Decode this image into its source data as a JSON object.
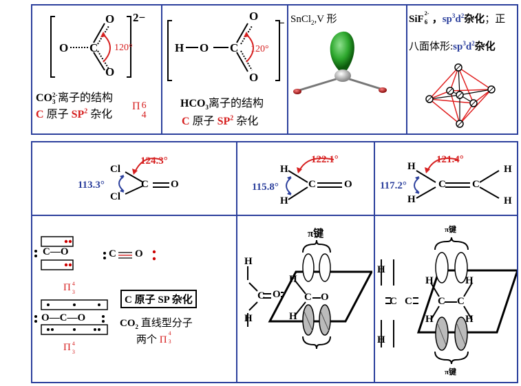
{
  "top": {
    "co3": {
      "o_left": "O",
      "c": "C",
      "o_top": "O",
      "o_bottom": "O",
      "charge": "2−",
      "angle": "120°",
      "caption_formula": "CO",
      "caption_sub": "3",
      "caption_sup": "2-",
      "caption_rest": "离子的结构",
      "hyb_c": "C",
      "hyb_mid": " 原子 ",
      "hyb_sp": "SP",
      "hyb_sup": "2",
      "hyb_end": " 杂化",
      "pi": "Π",
      "pi_sup": "6",
      "pi_sub": "4"
    },
    "hco3": {
      "h": "H",
      "o_left": "O",
      "c": "C",
      "o_top": "O",
      "o_bottom": "O",
      "charge": "−",
      "angle": "120°",
      "caption_formula": "HCO",
      "caption_sub": "3",
      "caption_rest": "离子的结构",
      "hyb_c": "C",
      "hyb_mid": " 原子 ",
      "hyb_sp": "SP",
      "hyb_sup": "2",
      "hyb_end": " 杂化"
    },
    "sncl2": {
      "label_pre": "SnCl",
      "label_sub": "2",
      "label_post": ",V 形"
    },
    "sif6": {
      "f_pre": "SiF",
      "f_sub": "6",
      "f_sup": "2-",
      "sep": "，",
      "hyb": "sp",
      "hyb_sup1": "3",
      "hyb_d": "d",
      "hyb_sup2": "2",
      "hyb_word": "杂化",
      "line1_end": "；正",
      "line2_pre": "八面体形:",
      "line2_hyb": "sp",
      "line2_sup1": "3",
      "line2_d": "d",
      "line2_sup2": "2",
      "line2_word": "杂化"
    }
  },
  "bottom": {
    "cocl2": {
      "cl1": "Cl",
      "cl2": "Cl",
      "c": "C",
      "o": "O",
      "angle_red": "124.3°",
      "angle_blue": "113.3°"
    },
    "hcho": {
      "h1": "H",
      "h2": "H",
      "c": "C",
      "o": "O",
      "angle_red": "122.1°",
      "angle_blue": "115.8°"
    },
    "c2h4": {
      "h1": "H",
      "h2": "H",
      "h3": "H",
      "h4": "H",
      "c1": "C",
      "c2": "C",
      "angle_red": "121.4°",
      "angle_blue": "117.2°"
    },
    "co2": {
      "co_c": "C",
      "co_dash": "—",
      "co_o": "O",
      "pi_small": "Π",
      "pi_small_sup": "4",
      "pi_small_sub": "3",
      "co_right_c": "C",
      "co_right_o": "O",
      "o1": "O",
      "c": "C",
      "o2": "O",
      "box_label": "C 原子 SP 杂化",
      "line_label_pre": "CO",
      "line_label_sub": "2",
      "line_label_post": " 直线型分子",
      "two_pi": "两个 ",
      "two_pi_sym": "Π",
      "two_pi_sup": "4",
      "two_pi_sub": "3",
      "pi2": "Π",
      "pi2_sup": "4",
      "pi2_sub": "3"
    },
    "hcho_pi": {
      "label": "π键",
      "h1": "H",
      "h2": "H",
      "c": "C",
      "o": "O",
      "h3": "H",
      "h4": "H",
      "c2": "C",
      "o2": "O"
    },
    "c2h4_pi": {
      "label_top": "π键",
      "label_bottom": "π键",
      "h1": "H",
      "h2": "H",
      "c1": "C",
      "c2": "C",
      "h3": "H",
      "h4": "H",
      "h5": "H",
      "h6": "H",
      "c3": "C",
      "c4": "C"
    }
  },
  "colors": {
    "border": "#2b3f9c",
    "red": "#d61f1f",
    "blue": "#2b3f9c",
    "green": "#2ea82e"
  }
}
